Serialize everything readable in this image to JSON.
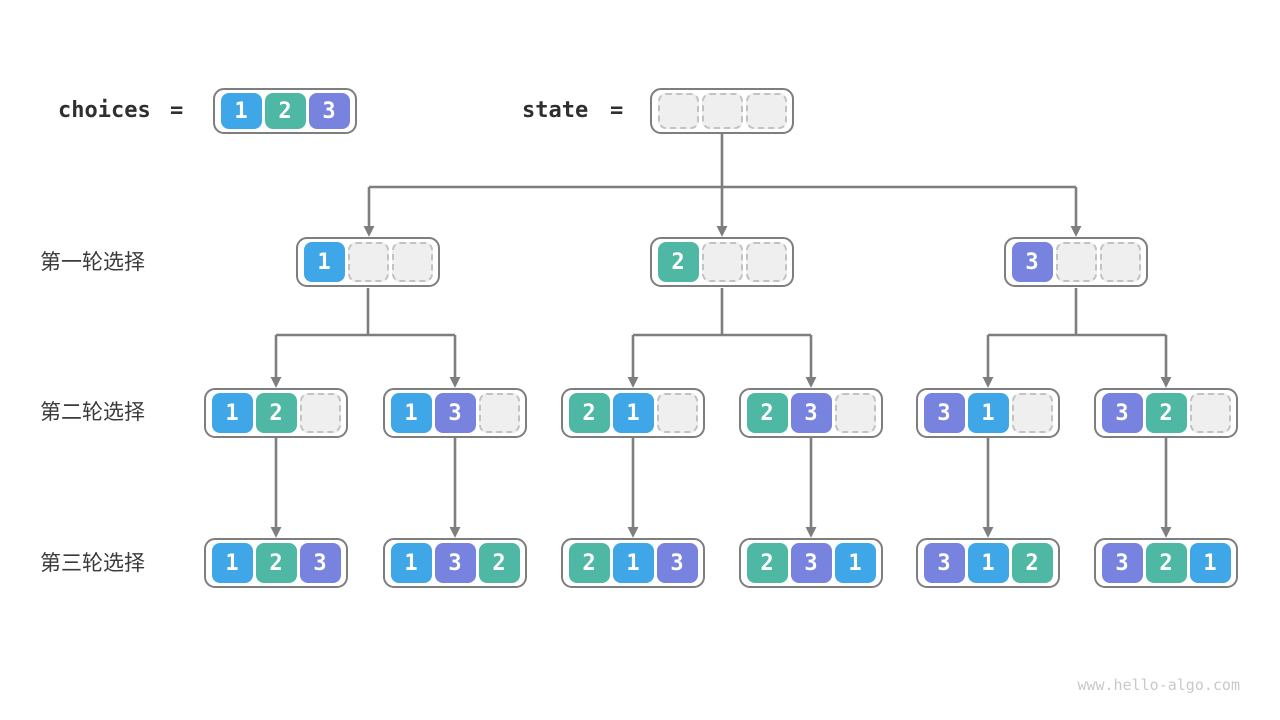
{
  "header": {
    "choices_label": "choices",
    "choices_equals": "=",
    "state_label": "state",
    "state_equals": "=",
    "choices_cells": [
      "1",
      "2",
      "3"
    ],
    "state_cells": [
      "",
      "",
      ""
    ]
  },
  "rows": [
    {
      "label": "第一轮选择",
      "nodes": [
        [
          "1",
          "",
          ""
        ],
        [
          "2",
          "",
          ""
        ],
        [
          "3",
          "",
          ""
        ]
      ]
    },
    {
      "label": "第二轮选择",
      "nodes": [
        [
          "1",
          "2",
          ""
        ],
        [
          "1",
          "3",
          ""
        ],
        [
          "2",
          "1",
          ""
        ],
        [
          "2",
          "3",
          ""
        ],
        [
          "3",
          "1",
          ""
        ],
        [
          "3",
          "2",
          ""
        ]
      ]
    },
    {
      "label": "第三轮选择",
      "nodes": [
        [
          "1",
          "2",
          "3"
        ],
        [
          "1",
          "3",
          "2"
        ],
        [
          "2",
          "1",
          "3"
        ],
        [
          "2",
          "3",
          "1"
        ],
        [
          "3",
          "1",
          "2"
        ],
        [
          "3",
          "2",
          "1"
        ]
      ]
    }
  ],
  "colors": {
    "v1": "#3fa7e8",
    "v2": "#4eb8a5",
    "v3": "#7882df",
    "line": "#7e7e7e",
    "empty_fill": "#efefef",
    "empty_border": "#c2c2c2"
  },
  "footer": {
    "watermark": "www.hello-algo.com"
  }
}
